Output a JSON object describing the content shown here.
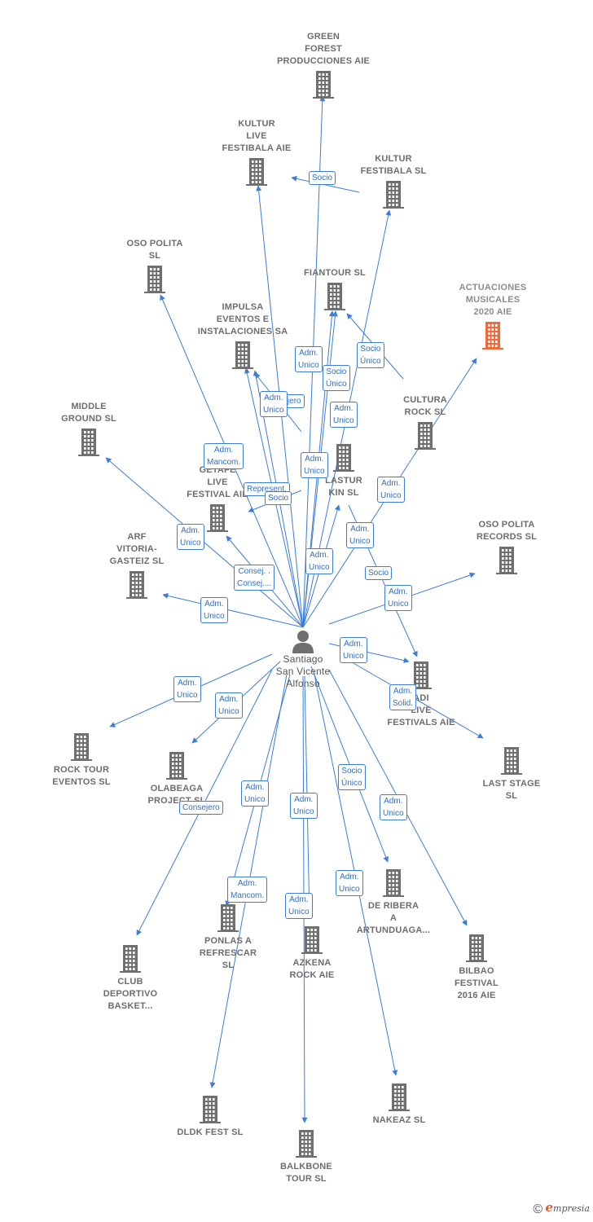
{
  "person": {
    "name": "Santiago\nSan Vicente\nAlfonso",
    "icon": "person-icon"
  },
  "colors": {
    "building": "#6f6f6f",
    "highlight": "#f26a3c",
    "line": "#3b7dd8",
    "label": "#6d6d6d"
  },
  "companies": [
    {
      "id": "green-forest",
      "name": "GREEN\nFOREST\nPRODUCCIONES AIE"
    },
    {
      "id": "kultur-live",
      "name": "KULTUR\nLIVE\nFESTIBALA  AIE"
    },
    {
      "id": "kultur-festibala",
      "name": "KULTUR\nFESTIBALA  SL"
    },
    {
      "id": "oso-polita",
      "name": "OSO POLITA\nSL"
    },
    {
      "id": "fiantour",
      "name": "FIANTOUR SL"
    },
    {
      "id": "actuaciones",
      "name": "ACTUACIONES\nMUSICALES\n2020  AIE",
      "highlight": true
    },
    {
      "id": "impulsa",
      "name": "IMPULSA\nEVENTOS E\nINSTALACIONES SA"
    },
    {
      "id": "middle-ground",
      "name": "MIDDLE\nGROUND  SL"
    },
    {
      "id": "cultura-rock",
      "name": "CULTURA\nROCK  SL"
    },
    {
      "id": "lastur",
      "name": "LASTUR\nKIN  SL"
    },
    {
      "id": "getafe",
      "name": "GETAFE\nLIVE\nFESTIVAL  AIE"
    },
    {
      "id": "arf",
      "name": "ARF\nVITORIA-\nGASTEIZ SL"
    },
    {
      "id": "oso-records",
      "name": "OSO POLITA\nRECORDS  SL"
    },
    {
      "id": "adi-live",
      "name": "ADI\nLIVE\nFESTIVALS  AIE"
    },
    {
      "id": "rock-tour",
      "name": "ROCK TOUR\nEVENTOS SL"
    },
    {
      "id": "olabeaga",
      "name": "OLABEAGA\nPROJECT  SL"
    },
    {
      "id": "last-stage",
      "name": "LAST STAGE\nSL"
    },
    {
      "id": "de-ribera",
      "name": "DE RIBERA\nA\nARTUNDUAGA..."
    },
    {
      "id": "ponlas",
      "name": "PONLAS A\nREFRESCAR\nSL"
    },
    {
      "id": "azkena",
      "name": "AZKENA\nROCK  AIE"
    },
    {
      "id": "club",
      "name": "CLUB\nDEPORTIVO\nBASKET..."
    },
    {
      "id": "bilbao",
      "name": "BILBAO\nFESTIVAL\n2016  AIE"
    },
    {
      "id": "dldk",
      "name": "DLDK FEST  SL"
    },
    {
      "id": "nakeaz",
      "name": "NAKEAZ SL"
    },
    {
      "id": "balkbone",
      "name": "BALKBONE\nTOUR  SL"
    }
  ],
  "relations": [
    {
      "id": "r1",
      "label": "Socio"
    },
    {
      "id": "r2",
      "label": "Adm.\nUnico"
    },
    {
      "id": "r3",
      "label": "Socio\nÚnico"
    },
    {
      "id": "r4",
      "label": "Socio\nÚnico"
    },
    {
      "id": "r5",
      "label": "Adm.\nUnico"
    },
    {
      "id": "r6",
      "label": "Consejero"
    },
    {
      "id": "r7",
      "label": "Adm.\nUnico"
    },
    {
      "id": "r8",
      "label": "Adm.\nMancom."
    },
    {
      "id": "r9",
      "label": "Adm.\nUnico"
    },
    {
      "id": "r10",
      "label": "Represent."
    },
    {
      "id": "r11",
      "label": "Socio"
    },
    {
      "id": "r12",
      "label": "Adm.\nUnico"
    },
    {
      "id": "r13",
      "label": "Adm.\nUnico"
    },
    {
      "id": "r14",
      "label": "Adm.\nUnico"
    },
    {
      "id": "r15",
      "label": "Consej. .\nConsej...."
    },
    {
      "id": "r16",
      "label": "Adm.\nUnico"
    },
    {
      "id": "r17",
      "label": "Socio"
    },
    {
      "id": "r18",
      "label": "Adm.\nUnico"
    },
    {
      "id": "r19",
      "label": "Adm.\nUnico"
    },
    {
      "id": "r20",
      "label": "Adm.\nUnico"
    },
    {
      "id": "r21",
      "label": "Adm.\nSolid."
    },
    {
      "id": "r22",
      "label": "Adm.\nUnico"
    },
    {
      "id": "r23",
      "label": "Adm.\nUnico"
    },
    {
      "id": "r24",
      "label": "Consejero"
    },
    {
      "id": "r25",
      "label": "Adm.\nUnico"
    },
    {
      "id": "r26",
      "label": "Adm.\nUnico"
    },
    {
      "id": "r27",
      "label": "Socio\nÚnico"
    },
    {
      "id": "r28",
      "label": "Adm.\nUnico"
    },
    {
      "id": "r29",
      "label": "Adm.\nMancom."
    },
    {
      "id": "r30",
      "label": "Adm.\nUnico"
    },
    {
      "id": "r31",
      "label": "Adm.\nUnico"
    }
  ],
  "footer": {
    "copyright": "©",
    "brand_initial": "e",
    "brand_rest": "mpresia"
  }
}
